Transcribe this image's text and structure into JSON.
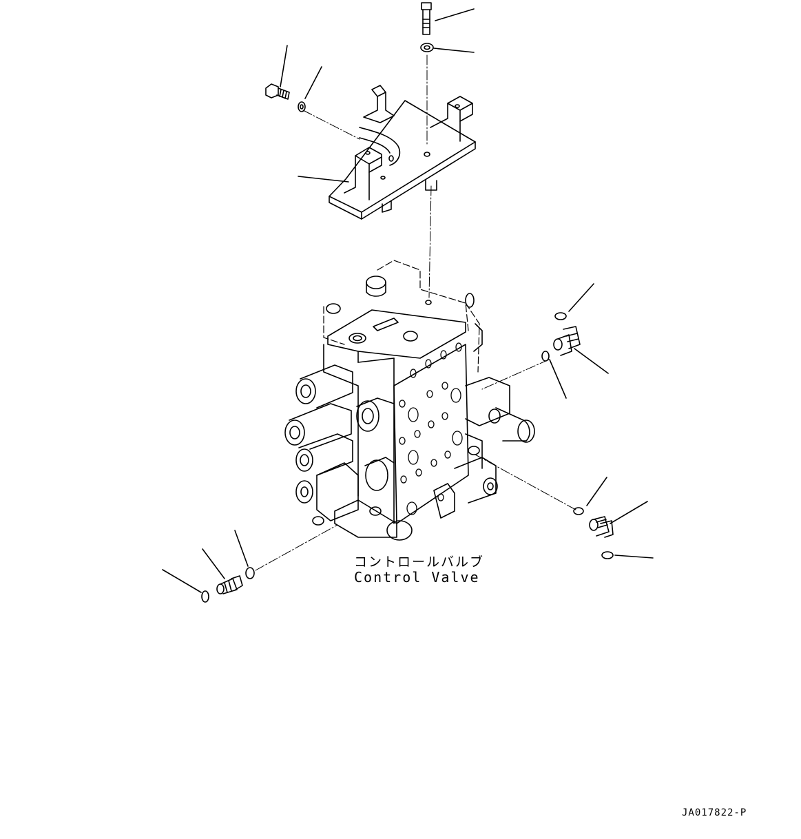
{
  "diagram": {
    "part_label_jp": "コントロールバルブ",
    "part_label_en": "Control Valve",
    "drawing_code": "JA017822-P"
  }
}
